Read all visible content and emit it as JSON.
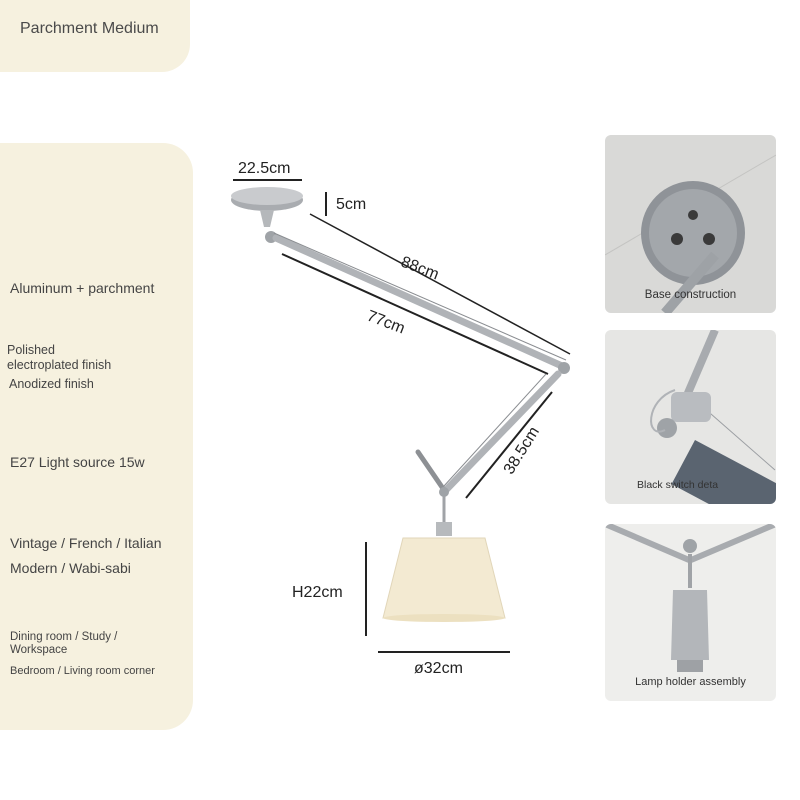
{
  "header": {
    "title": "Parchment Medium"
  },
  "specs": {
    "material": "Aluminum + parchment",
    "finish_line1": "Polished",
    "finish_line2": "electroplated finish",
    "finish_line3": "Anodized finish",
    "light": "E27 Light source 15w",
    "style_line1": "Vintage / French / Italian",
    "style_line2": "Modern / Wabi-sabi",
    "use_line1": "Dining room / Study /",
    "use_line2": "Workspace",
    "use_line3": "Bedroom / Living room corner"
  },
  "dimensions": {
    "base_width": "22.5cm",
    "base_height": "5cm",
    "arm_long": "88cm",
    "arm_rod": "77cm",
    "arm_short": "38.5cm",
    "shade_height": "H22cm",
    "shade_diameter": "ø32cm"
  },
  "thumbnails": [
    {
      "caption": "Base construction"
    },
    {
      "caption": "Black switch deta"
    },
    {
      "caption": "Lamp holder assembly"
    }
  ],
  "colors": {
    "panel": "#f6f1df",
    "metal": "#b9bcc0",
    "shade": "#f3ead2"
  }
}
